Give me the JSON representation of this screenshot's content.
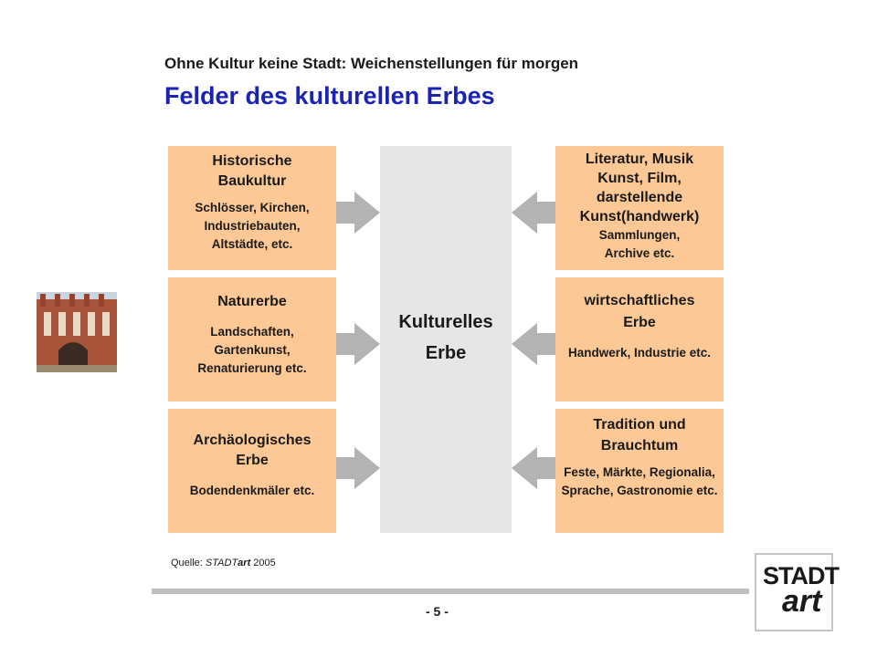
{
  "header": {
    "subtitle": "Ohne Kultur keine Stadt: Weichenstellungen für morgen",
    "title": "Felder des kulturellen Erbes"
  },
  "center": {
    "line1": "Kulturelles",
    "line2": "Erbe"
  },
  "left_boxes": [
    {
      "head": "Historische Baukultur",
      "sub": "Schlösser, Kirchen, Industriebauten, Altstädte, etc."
    },
    {
      "head": "Naturerbe",
      "sub": "Landschaften, Gartenkunst, Renaturierung etc."
    },
    {
      "head": "Archäologisches Erbe",
      "sub": "Bodendenkmäler etc."
    }
  ],
  "right_boxes": [
    {
      "head": "Literatur, Musik Kunst, Film, darstellende Kunst(handwerk)",
      "sub": "Sammlungen, Archive etc."
    },
    {
      "head": "wirtschaftliches Erbe",
      "sub": "Handwerk, Industrie etc."
    },
    {
      "head": "Tradition und Brauchtum",
      "sub": "Feste, Märkte, Regionalia, Sprache, Gastronomie etc."
    }
  ],
  "source": {
    "label": "Quelle:",
    "name_a": "STADT",
    "name_b": "art",
    "year": "2005"
  },
  "page_number": "- 5 -",
  "logo": {
    "word1": "STADT",
    "word2": "art"
  },
  "colors": {
    "title": "#1a23b4",
    "box_fill": "#fcc996",
    "center_fill": "#e6e6e6",
    "arrow": "#b3b3b3"
  }
}
